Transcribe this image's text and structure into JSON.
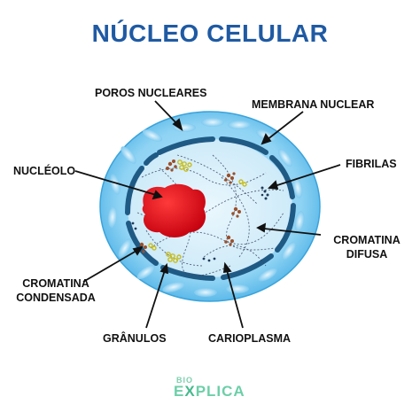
{
  "title": "NÚCLEO CELULAR",
  "colors": {
    "title": "#1f5aa3",
    "outer_membrane": "#8fd3f4",
    "inner_nucleus": "#d6effb",
    "envelope_segments": "#1f5a85",
    "nucleolus": "#e3061b",
    "granules": "#d2c82a",
    "label_lines": "#111111"
  },
  "labels": {
    "poros": "POROS NUCLEARES",
    "membrana": "MEMBRANA NUCLEAR",
    "fibrilas": "FIBRILAS",
    "nucleolo": "NUCLÉOLO",
    "cromatina_difusa_1": "CROMATINA",
    "cromatina_difusa_2": "DIFUSA",
    "cromatina_condensada_1": "CROMATINA",
    "cromatina_condensada_2": "CONDENSADA",
    "granulos": "GRÂNULOS",
    "carioplasma": "CARIOPLASMA"
  },
  "logo": {
    "bio": "BIO",
    "explica_1": "E",
    "explica_x": "X",
    "explica_2": "PLICA"
  }
}
